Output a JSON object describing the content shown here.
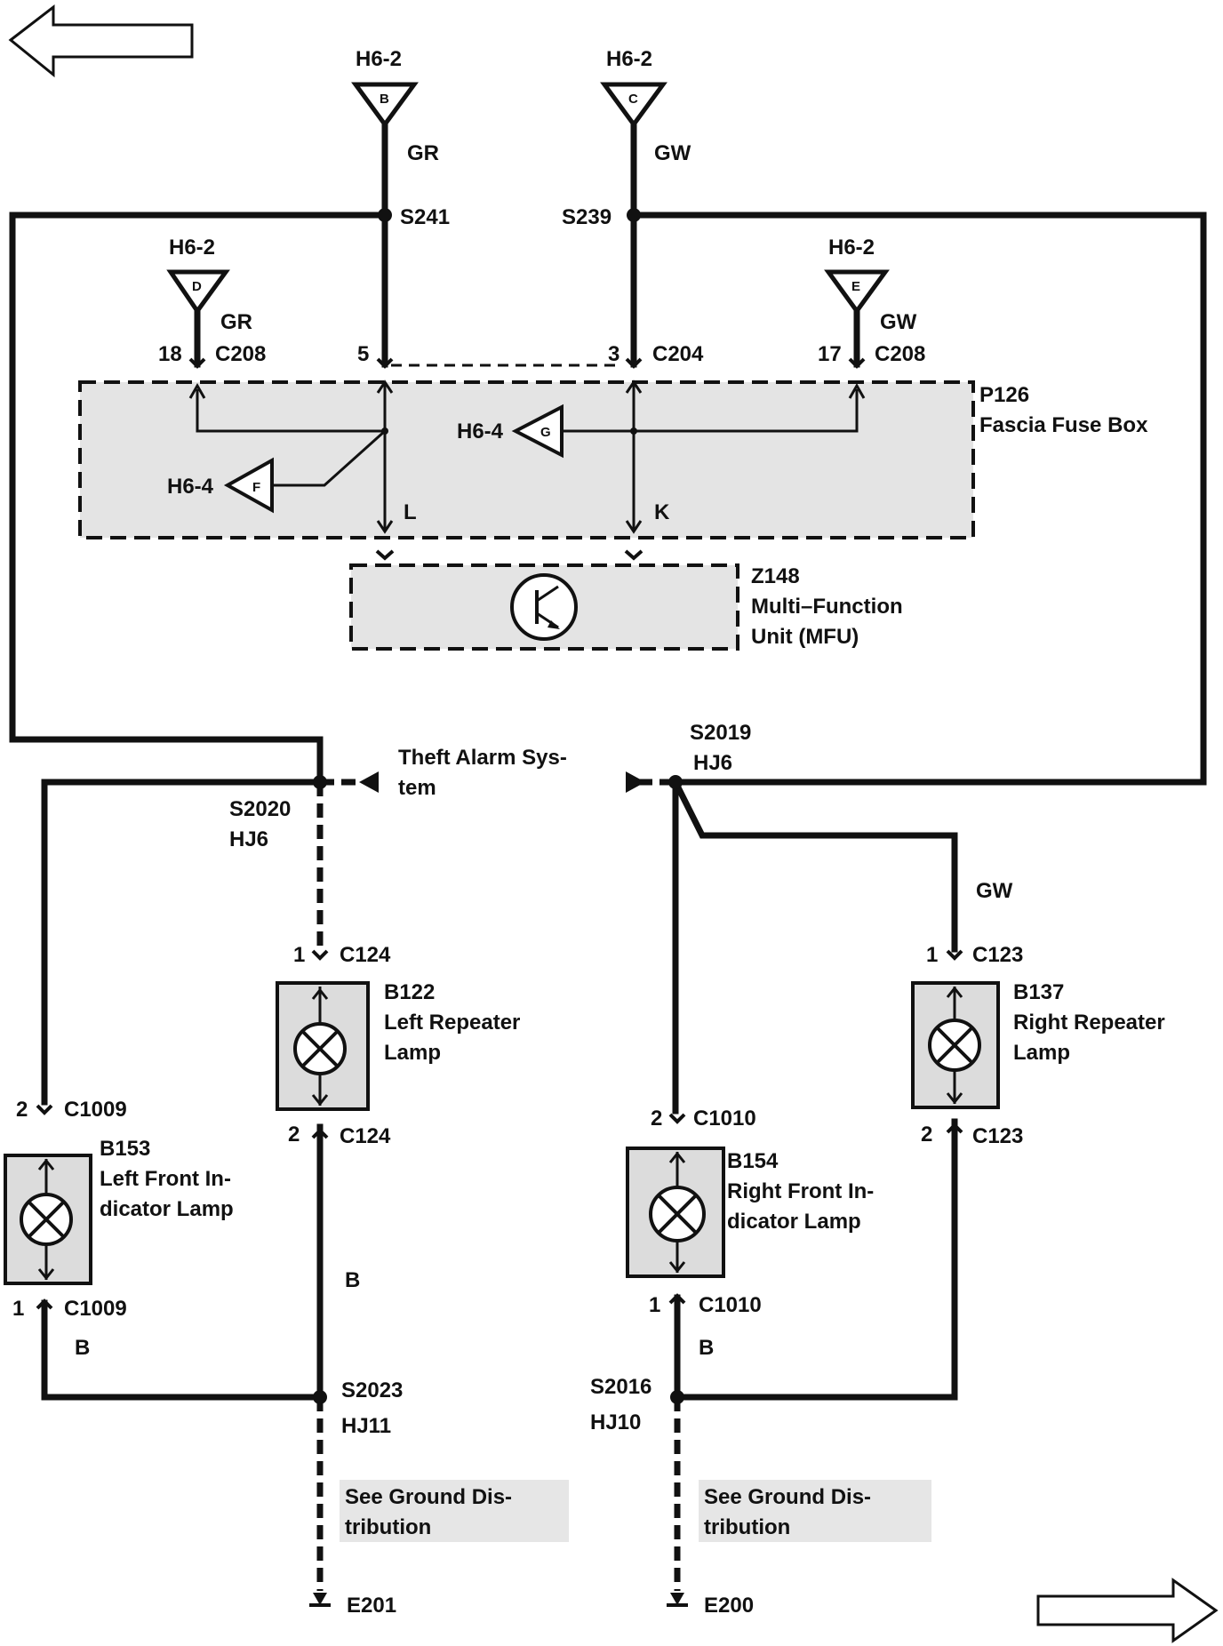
{
  "nav": {
    "prev_arrow_icon": "left-arrow-icon",
    "next_arrow_icon": "right-arrow-icon"
  },
  "top_connectors": {
    "left": {
      "ref": "H6-2",
      "letter": "B",
      "wire_color": "GR",
      "splice": "S241"
    },
    "right": {
      "ref": "H6-2",
      "letter": "C",
      "wire_color": "GW",
      "splice": "S239"
    }
  },
  "side_connectors": {
    "left": {
      "ref": "H6-2",
      "letter": "D",
      "wire_color": "GR",
      "pin": "18",
      "connector": "C208"
    },
    "right": {
      "ref": "H6-2",
      "letter": "E",
      "wire_color": "GW",
      "pin": "17",
      "connector": "C208"
    }
  },
  "fuse_box": {
    "id": "P126",
    "name": "Fascia Fuse Box",
    "pin_left": "5",
    "pin_right": "3",
    "connector_right": "C204",
    "ref_g": "H6-4",
    "letter_g": "G",
    "ref_f": "H6-4",
    "letter_f": "F",
    "circuit_l": "L",
    "circuit_k": "K"
  },
  "mfu": {
    "id": "Z148",
    "name_line1": "Multi–Function",
    "name_line2": "Unit (MFU)"
  },
  "theft_alarm": {
    "line1": "Theft Alarm Sys-",
    "line2": "tem"
  },
  "splices": {
    "left_mid": {
      "id": "S2020",
      "harness": "HJ6"
    },
    "right_mid": {
      "id": "S2019",
      "harness": "HJ6"
    },
    "left_bottom": {
      "id": "S2023",
      "harness": "HJ11"
    },
    "right_bottom": {
      "id": "S2016",
      "harness": "HJ10"
    }
  },
  "wire_colors": {
    "right_repeater_feed": "GW",
    "left_repeater_ground": "B",
    "left_indicator_ground": "B",
    "right_indicator_ground": "B"
  },
  "lamps": {
    "left_repeater": {
      "id": "B122",
      "line1": "Left Repeater",
      "line2": "Lamp",
      "pin_top": "1",
      "conn_top": "C124",
      "pin_bottom": "2",
      "conn_bottom": "C124"
    },
    "right_repeater": {
      "id": "B137",
      "line1": "Right Repeater",
      "line2": "Lamp",
      "pin_top": "1",
      "conn_top": "C123",
      "pin_bottom": "2",
      "conn_bottom": "C123"
    },
    "left_indicator": {
      "id": "B153",
      "line1": "Left Front In-",
      "line2": "dicator Lamp",
      "pin_top": "2",
      "conn_top": "C1009",
      "pin_bottom": "1",
      "conn_bottom": "C1009"
    },
    "right_indicator": {
      "id": "B154",
      "line1": "Right Front In-",
      "line2": "dicator Lamp",
      "pin_top": "2",
      "conn_top": "C1010",
      "pin_bottom": "1",
      "conn_bottom": "C1010"
    }
  },
  "ground_notes": {
    "left": {
      "line1": "See Ground Dis-",
      "line2": "tribution",
      "ground": "E201"
    },
    "right": {
      "line1": "See Ground Dis-",
      "line2": "tribution",
      "ground": "E200"
    }
  }
}
